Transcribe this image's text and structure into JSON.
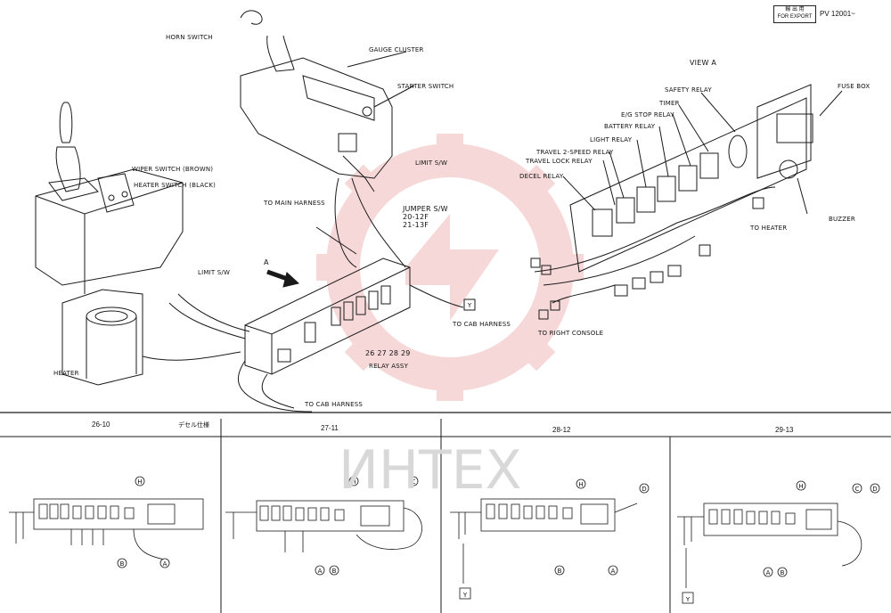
{
  "stamp": {
    "line1": "輸 出 用",
    "line2": "FOR EXPORT",
    "code": "PV 12001~"
  },
  "labels": {
    "horn_switch": "HORN SWITCH",
    "gauge_cluster": "GAUGE CLUSTER",
    "starter_switch": "STARTER SWITCH",
    "view_a": "VIEW A",
    "safety_relay": "SAFETY RELAY",
    "fuse_box": "FUSE BOX",
    "timer": "TIMER",
    "eg_stop_relay": "E/G STOP RELAY",
    "battery_relay": "BATTERY RELAY",
    "light_relay": "LIGHT RELAY",
    "travel_2speed_relay": "TRAVEL 2-SPEED RELAY",
    "travel_lock_relay": "TRAVEL LOCK RELAY",
    "decel_relay": "DECEL RELAY",
    "wiper_switch": "WIPER SWITCH (BROWN)",
    "heater_switch": "HEATER SWITCH (BLACK)",
    "limit_sw_right": "LIMIT S/W",
    "limit_sw_left": "LIMIT S/W",
    "to_main_harness": "TO MAIN HARNESS",
    "jumper": "JUMPER S/W",
    "jumper_codes": [
      "20-12F",
      "21-13F"
    ],
    "a_marker": "A",
    "to_cab_harness_right": "TO CAB HARNESS",
    "y_marker": "Y",
    "relay_numbers": "26  27  28  29",
    "relay_assy": "RELAY ASSY",
    "to_cab_harness_bottom": "TO CAB HARNESS",
    "heater": "HEATER",
    "buzzer": "BUZZER",
    "to_heater": "TO HEATER",
    "to_right_console": "TO RIGHT CONSOLE"
  },
  "panels": [
    {
      "code": "26-10",
      "note": "デセル仕様"
    },
    {
      "code": "27-11",
      "note": ""
    },
    {
      "code": "28-12",
      "note": ""
    },
    {
      "code": "29-13",
      "note": ""
    }
  ],
  "panel_markers": {
    "p1": [
      "H",
      "B",
      "A"
    ],
    "p2": [
      "H",
      "C",
      "A",
      "B"
    ],
    "p3": [
      "H",
      "D",
      "B",
      "A",
      "Y"
    ],
    "p4": [
      "H",
      "C",
      "D",
      "A",
      "B",
      "Y"
    ]
  },
  "watermark": "ИНТЕХ",
  "colors": {
    "line": "#1a1a1a",
    "watermark": "#f2b9b9",
    "watermark_text": "#d8d8d8"
  }
}
